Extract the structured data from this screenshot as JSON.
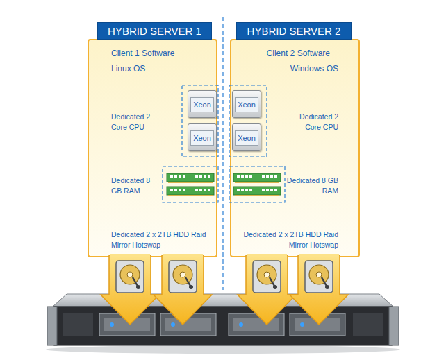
{
  "diagram": {
    "nodes": [
      {
        "text": [
          "HYBRID SERVER 1",
          "Client 1 Software",
          "Linux OS",
          "Dedicated 2 Core CPU",
          "Dedicated 8 GB RAM",
          "Dedicated 2 x 2TB HDD Raid Mirror Hotswap"
        ]
      },
      {
        "text": [
          "Xeon"
        ],
        "in": 0
      },
      {
        "text": [
          "Xeon"
        ],
        "in": 0
      },
      {
        "text": [
          "HYBRID SERVER 2",
          "Client 2 Software",
          "Windows OS",
          "Dedicated 2 Core CPU",
          "Dedicated 8 GB RAM",
          "Dedicated 2 x 2TB HDD Raid Mirror Hotswap"
        ]
      },
      {
        "text": [
          "Xeon"
        ],
        "in": 3
      },
      {
        "text": [
          "Xeon"
        ],
        "in": 3
      }
    ]
  }
}
